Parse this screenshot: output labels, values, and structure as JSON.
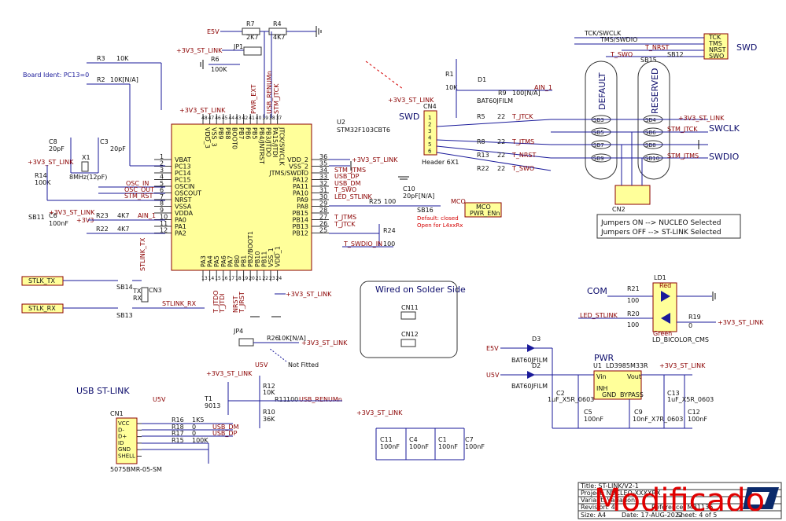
{
  "mcu": {
    "ref": "U2",
    "part": "STM32F103CBT6",
    "left_pins": [
      {
        "num": "1",
        "name": "VBAT"
      },
      {
        "num": "2",
        "name": "PC13"
      },
      {
        "num": "3",
        "name": "PC14"
      },
      {
        "num": "4",
        "name": "PC15"
      },
      {
        "num": "5",
        "name": "OSCIN"
      },
      {
        "num": "6",
        "name": "OSCOUT"
      },
      {
        "num": "7",
        "name": "NRST"
      },
      {
        "num": "8",
        "name": "VSSA"
      },
      {
        "num": "9",
        "name": "VDDA"
      },
      {
        "num": "10",
        "name": "PA0"
      },
      {
        "num": "11",
        "name": "PA1"
      },
      {
        "num": "12",
        "name": "PA2"
      }
    ],
    "right_pins": [
      {
        "num": "36",
        "name": "VDD_2"
      },
      {
        "num": "35",
        "name": "VSS_2"
      },
      {
        "num": "34",
        "name": "JTMS/SWDIO"
      },
      {
        "num": "33",
        "name": "PA12"
      },
      {
        "num": "32",
        "name": "PA11"
      },
      {
        "num": "31",
        "name": "PA10"
      },
      {
        "num": "30",
        "name": "PA9"
      },
      {
        "num": "29",
        "name": "PA8"
      },
      {
        "num": "28",
        "name": "PB15"
      },
      {
        "num": "27",
        "name": "PB14"
      },
      {
        "num": "26",
        "name": "PB13"
      },
      {
        "num": "25",
        "name": "PB12"
      }
    ],
    "top_pins": [
      {
        "num": "48",
        "name": "VDD_3"
      },
      {
        "num": "47",
        "name": "VSS_3"
      },
      {
        "num": "46",
        "name": "PB9"
      },
      {
        "num": "45",
        "name": "PB8"
      },
      {
        "num": "44",
        "name": "BOOT0"
      },
      {
        "num": "43",
        "name": "PB7"
      },
      {
        "num": "42",
        "name": "PB6"
      },
      {
        "num": "41",
        "name": "PB5"
      },
      {
        "num": "40",
        "name": "PB4/JNTRST"
      },
      {
        "num": "39",
        "name": "PB3/JTDO"
      },
      {
        "num": "38",
        "name": "PA15/JTDI"
      },
      {
        "num": "37",
        "name": "JTCK/SWCLK"
      }
    ],
    "bottom_pins": [
      {
        "num": "13",
        "name": "PA3"
      },
      {
        "num": "14",
        "name": "PA4"
      },
      {
        "num": "15",
        "name": "PA5"
      },
      {
        "num": "16",
        "name": "PA6"
      },
      {
        "num": "17",
        "name": "PA7"
      },
      {
        "num": "18",
        "name": "PB0"
      },
      {
        "num": "19",
        "name": "PB1"
      },
      {
        "num": "20",
        "name": "PB2/BOOT1"
      },
      {
        "num": "21",
        "name": "PB10"
      },
      {
        "num": "22",
        "name": "PB11"
      },
      {
        "num": "23",
        "name": "VSS_1"
      },
      {
        "num": "24",
        "name": "VDD_1"
      }
    ]
  },
  "labels": {
    "board_ident": "Board Ident: PC13=0",
    "e5v": "E5V",
    "v3": "+3V3_ST_LINK",
    "v3b": "+3V3",
    "u5v": "U5V",
    "swd": "SWD",
    "swd_right": "SWD",
    "swclk": "SWCLK",
    "swdio": "SWDIO",
    "com": "COM",
    "pwr": "PWR",
    "usb": "USB ST-LINK",
    "wired": "Wired on Solder Side",
    "not_fitted": "Not Fitted",
    "default_note": "Default: closed",
    "open_note": "Open for L4xxRx",
    "jumpers_on": "Jumpers ON  --> NUCLEO Selected",
    "jumpers_off": "Jumpers OFF --> ST-LINK Selected",
    "default": "DEFAULT",
    "reserved": "RESERVED",
    "watermark": "Modificado",
    "tck_swclk": "TCK/SWCLK",
    "tms_swdio": "TMS/SWDIO",
    "t_nrst": "T_NRST",
    "t_swo": "T_SWO",
    "osc_in": "OSC_IN",
    "osc_out": "OSC_OUT",
    "stm_rst": "STM_RST",
    "ain1": "AIN_1",
    "stm_jtms": "STM_JTMS",
    "usb_dp": "USB_DP",
    "usb_dm": "USB_DM",
    "t_swo2": "T_SWO",
    "led_stlink": "LED_STLINK",
    "mco": "MCO",
    "t_jtms": "T_JTMS",
    "t_jtck": "T_JTCK",
    "t_swdio_in": "T_SWDIO_IN",
    "t_jtck2": "T_JTCK",
    "t_jtms2": "T_JTMS",
    "t_nrst2": "T_NRST",
    "t_swo3": "T_SWO",
    "stm_jtck": "STM_JTCK",
    "stm_jtms2": "STM_JTMS",
    "stlink_rx": "STLINK_RX",
    "stlink_tx": "STLINK_TX",
    "pwr_ext": "PWR_EXT",
    "usb_renumn": "USB_RENUMn",
    "stm_jtck_v": "STM_JTCK",
    "usb_renumn2": "USB_RENUMn",
    "t_jtdo": "T_JTDO",
    "t_jtdi": "T_JTDI",
    "t_nrst_v": "NRST",
    "t_jrst": "T_JRST",
    "tx": "TX",
    "rx": "RX",
    "red": "Red",
    "green": "Green",
    "ld_bicolor": "LD_BICOLOR_CMS"
  },
  "ports": {
    "stlk_tx": "STLK_TX",
    "stlk_rx": "STLK_RX",
    "pwr_enn": "PWR_ENn",
    "mco": "MCO",
    "tck": "TCK",
    "tms": "TMS",
    "nrst": "NRST",
    "swo": "SWO"
  },
  "parts": {
    "r7": {
      "ref": "R7",
      "val": "2K7"
    },
    "r4": {
      "ref": "R4",
      "val": "4K7"
    },
    "r6": {
      "ref": "R6",
      "val": "100K"
    },
    "jp1": "JP1",
    "r3": {
      "ref": "R3",
      "val": "10K"
    },
    "r2": {
      "ref": "R2",
      "val": "10K[N/A]"
    },
    "c8": {
      "ref": "C8",
      "val": "20pF"
    },
    "c3": {
      "ref": "C3",
      "val": "20pF"
    },
    "x1": {
      "ref": "X1",
      "val": "8MHz(12pF)"
    },
    "r14": {
      "ref": "R14",
      "val": "100K"
    },
    "sb11": "SB11",
    "c6": {
      "ref": "C6",
      "val": "100nF"
    },
    "r23": {
      "ref": "R23",
      "val": "4K7"
    },
    "r22": {
      "ref": "R22",
      "val": "4K7"
    },
    "r1": {
      "ref": "R1",
      "val": "10K"
    },
    "d1": {
      "ref": "D1",
      "val": "BAT60JFILM"
    },
    "r9": {
      "ref": "R9",
      "val": "100[N/A]"
    },
    "cn4": {
      "ref": "CN4",
      "val": "Header 6X1"
    },
    "r5": {
      "ref": "R5",
      "val": "22"
    },
    "r8": {
      "ref": "R8",
      "val": "22"
    },
    "r13": {
      "ref": "R13",
      "val": "22"
    },
    "r22b": {
      "ref": "R22",
      "val": "22"
    },
    "c10": {
      "ref": "C10",
      "val": "20pF[N/A]"
    },
    "r25": {
      "ref": "R25",
      "val": "100"
    },
    "sb16": "SB16",
    "r24": {
      "ref": "R24",
      "val": "100"
    },
    "sb": [
      "SB3",
      "SB4",
      "SB5",
      "SB6",
      "SB7",
      "SB8",
      "SB9",
      "SB10",
      "SB15",
      "SB12"
    ],
    "cn2": "CN2",
    "sb14": "SB14",
    "sb13": "SB13",
    "cn3": "CN3",
    "jp4": "JP4",
    "r26": {
      "ref": "R26",
      "val": "10K[N/A]"
    },
    "r12": {
      "ref": "R12",
      "val": "10K"
    },
    "r10": {
      "ref": "R10",
      "val": "36K"
    },
    "r11": {
      "ref": "R11",
      "val": "100"
    },
    "t1": {
      "ref": "T1",
      "val": "9013"
    },
    "cn1": {
      "ref": "CN1",
      "val": "5075BMR-05-SM"
    },
    "cn1_pins": [
      "VCC",
      "D-",
      "D+",
      "ID",
      "GND",
      "SHELL"
    ],
    "r16": {
      "ref": "R16",
      "val": "1K5"
    },
    "r18": {
      "ref": "R18",
      "val": "0"
    },
    "r17": {
      "ref": "R17",
      "val": "0"
    },
    "r15": {
      "ref": "R15",
      "val": "100K"
    },
    "c11": {
      "ref": "C11",
      "val": "100nF"
    },
    "c4": {
      "ref": "C4",
      "val": "100nF"
    },
    "c1": {
      "ref": "C1",
      "val": "100nF"
    },
    "c7": {
      "ref": "C7",
      "val": "100nF"
    },
    "cn11": "CN11",
    "cn12": "CN12",
    "r21": {
      "ref": "R21",
      "val": "100"
    },
    "r20": {
      "ref": "R20",
      "val": "100"
    },
    "r19": {
      "ref": "R19",
      "val": "0"
    },
    "ld1": "LD1",
    "d3": {
      "ref": "D3",
      "val": "BAT60JFILM"
    },
    "d2": {
      "ref": "D2",
      "val": "BAT60JFILM"
    },
    "u1": {
      "ref": "U1",
      "val": "LD3985M33R"
    },
    "c2": {
      "ref": "C2",
      "val": "1uF_X5R_0603"
    },
    "c5": {
      "ref": "C5",
      "val": "100nF"
    },
    "c9": {
      "ref": "C9",
      "val": "10nF_X7R_0603"
    },
    "c13": {
      "ref": "C13",
      "val": "1uF_X5R_0603"
    },
    "c12": {
      "ref": "C12",
      "val": "100nF"
    },
    "u1_pins": {
      "vin": "Vin",
      "vout": "Vout",
      "inh": "INH",
      "gnd": "GND",
      "bypass": "BYPASS"
    }
  },
  "title_block": {
    "title": "Title: ST-LINK/V2-1",
    "project": "Project: NUCLEO-XXXXRX",
    "variant": "Variant: Variations",
    "revision": "Revision: 4",
    "reference": "Reference: MB1136",
    "size": "Size: A4",
    "date": "Date: 17-AUG-2022",
    "sheet": "Sheet: 4  of  5"
  }
}
